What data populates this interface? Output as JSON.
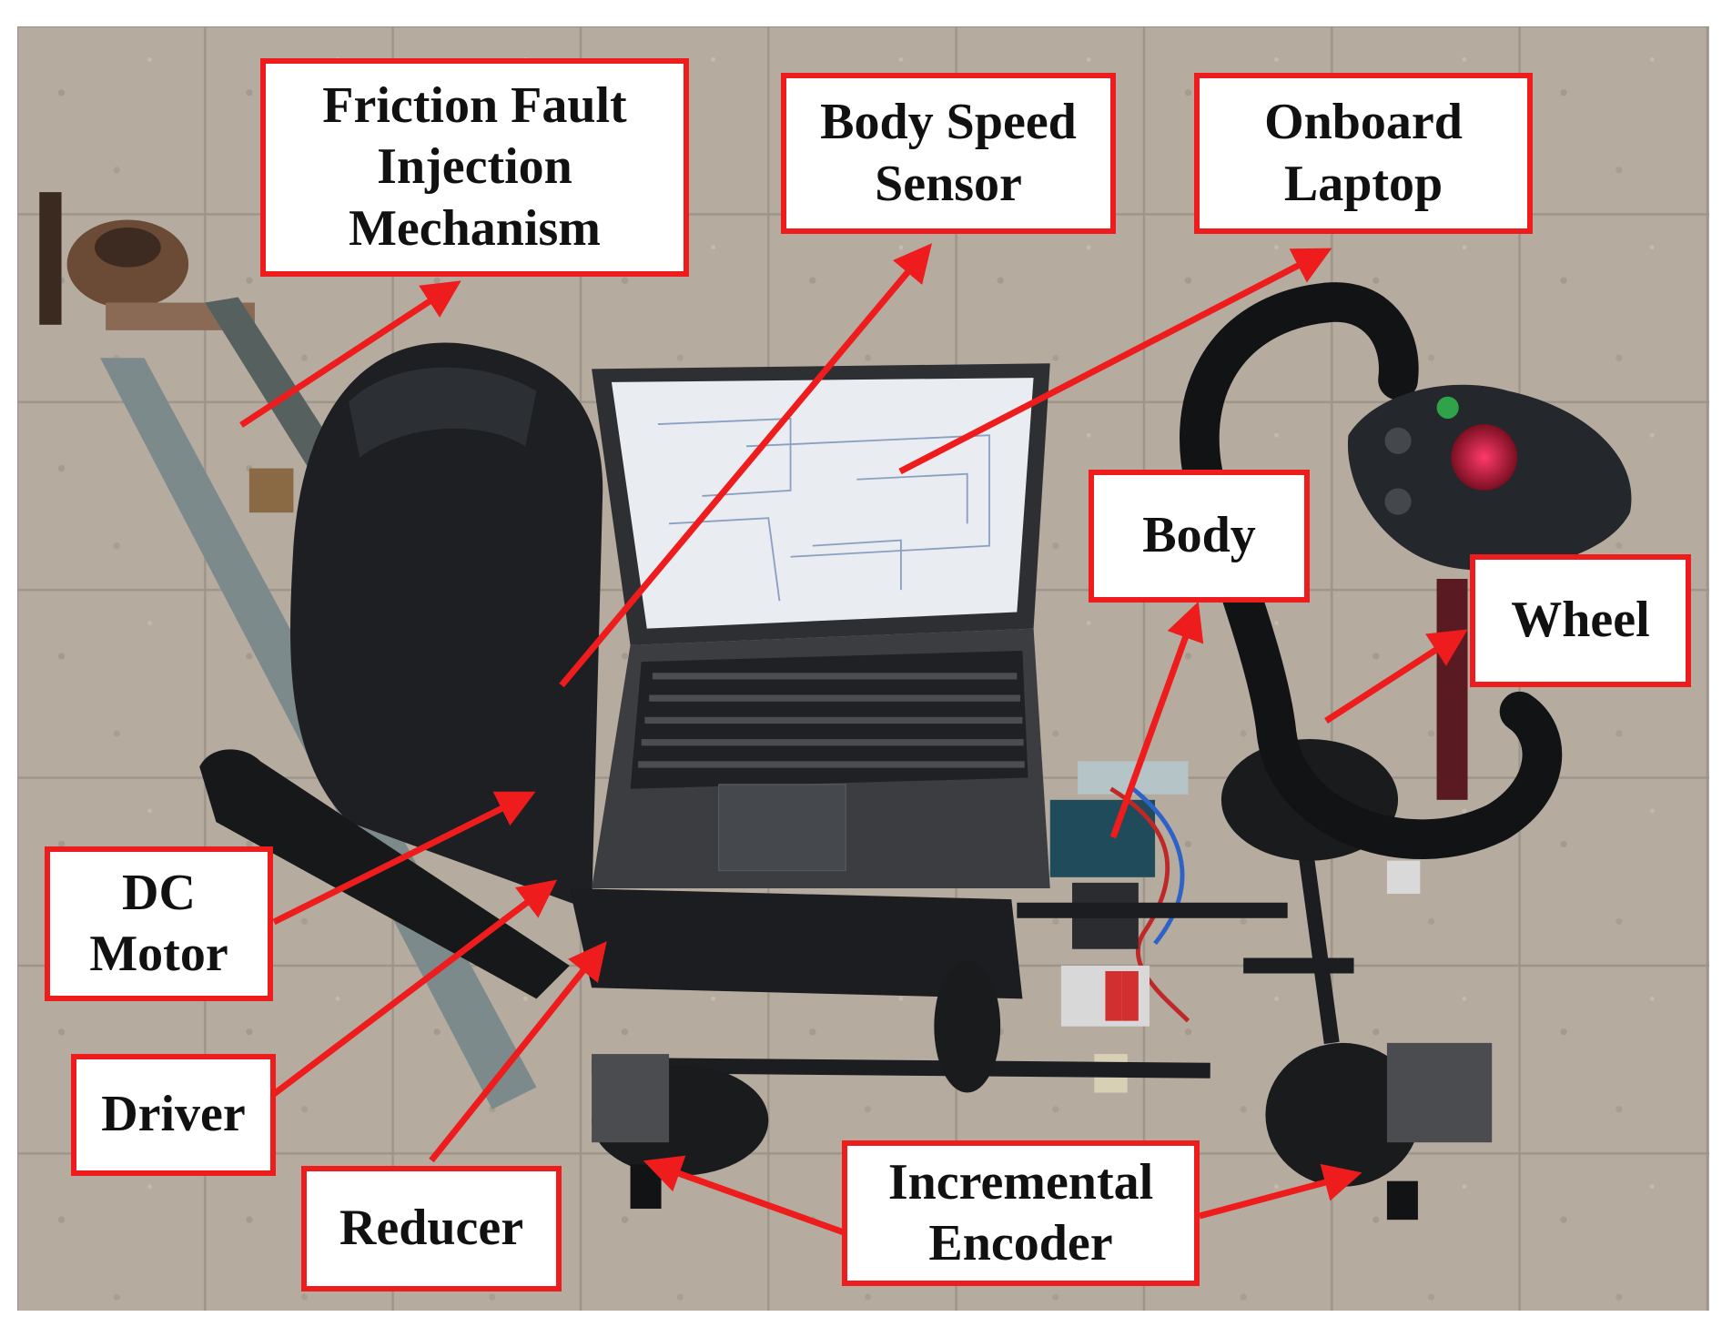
{
  "colors": {
    "callout_border": "#ee1c1c",
    "arrow": "#ee1c1c",
    "floor": "#b6aca0"
  },
  "callouts": {
    "friction": "Friction Fault\nInjection\nMechanism",
    "body_speed": "Body Speed\nSensor",
    "laptop": "Onboard\nLaptop",
    "body": "Body",
    "wheel": "Wheel",
    "dc_motor": "DC\nMotor",
    "driver": "Driver",
    "reducer": "Reducer",
    "encoder": "Incremental\nEncoder"
  }
}
